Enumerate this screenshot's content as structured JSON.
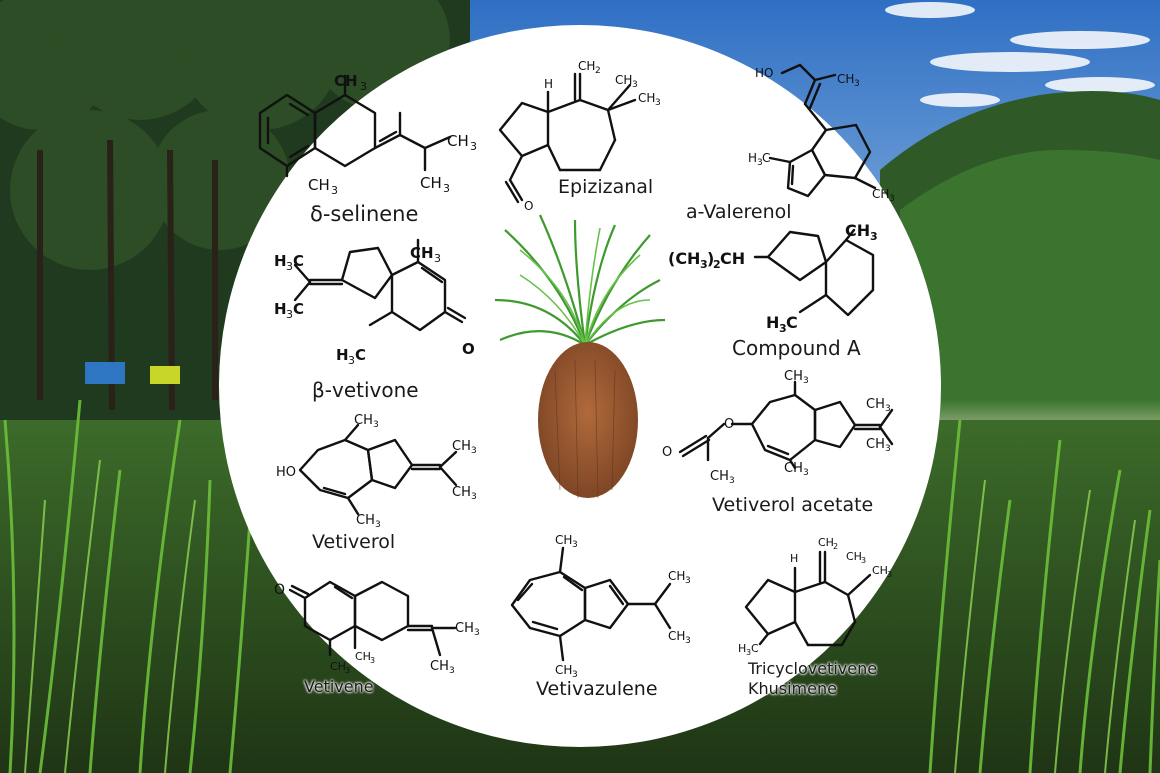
{
  "colors": {
    "sky_top": "#2f6fc4",
    "sky_bottom": "#9fc7e8",
    "forest_dark": "#1f3a1e",
    "grass_green": "#4f9a2a",
    "circle_fill": "#ffffff",
    "structure_ink": "#111111"
  },
  "center_image": "vetiver-plant-with-roots",
  "molecules": [
    {
      "name": "δ-selinene",
      "groups": [
        "CH3",
        "CH3",
        "CH3",
        "CH3"
      ]
    },
    {
      "name": "Epizizanal",
      "groups": [
        "CH2",
        "CH3",
        "CH3",
        "H",
        "O"
      ]
    },
    {
      "name": "a-Valerenol",
      "groups": [
        "HO",
        "CH3",
        "H3C",
        "CH3"
      ]
    },
    {
      "name": "β-vetivone",
      "groups": [
        "H3C",
        "H3C",
        "CH3",
        "H3C",
        "O"
      ]
    },
    {
      "name": "Compound A",
      "groups": [
        "(CH3)2CH",
        "CH3",
        "H3C"
      ]
    },
    {
      "name": "Vetiverol",
      "groups": [
        "CH3",
        "HO",
        "CH3",
        "CH3",
        "CH3"
      ]
    },
    {
      "name": "Vetiverol acetate",
      "groups": [
        "CH3",
        "O",
        "O",
        "CH3",
        "CH3",
        "CH3",
        "CH3"
      ]
    },
    {
      "name": "Vetivene",
      "groups": [
        "O",
        "CH3",
        "CH3",
        "CH3",
        "CH3"
      ]
    },
    {
      "name": "Vetivazulene",
      "groups": [
        "CH3",
        "CH3",
        "CH3",
        "CH3"
      ]
    },
    {
      "name": "Tricyclovetivene\nKhusimene",
      "line1": "Tricyclovetivene",
      "line2": "Khusimene",
      "groups": [
        "CH2",
        "H",
        "CH3",
        "CH3",
        "H3C"
      ]
    }
  ]
}
